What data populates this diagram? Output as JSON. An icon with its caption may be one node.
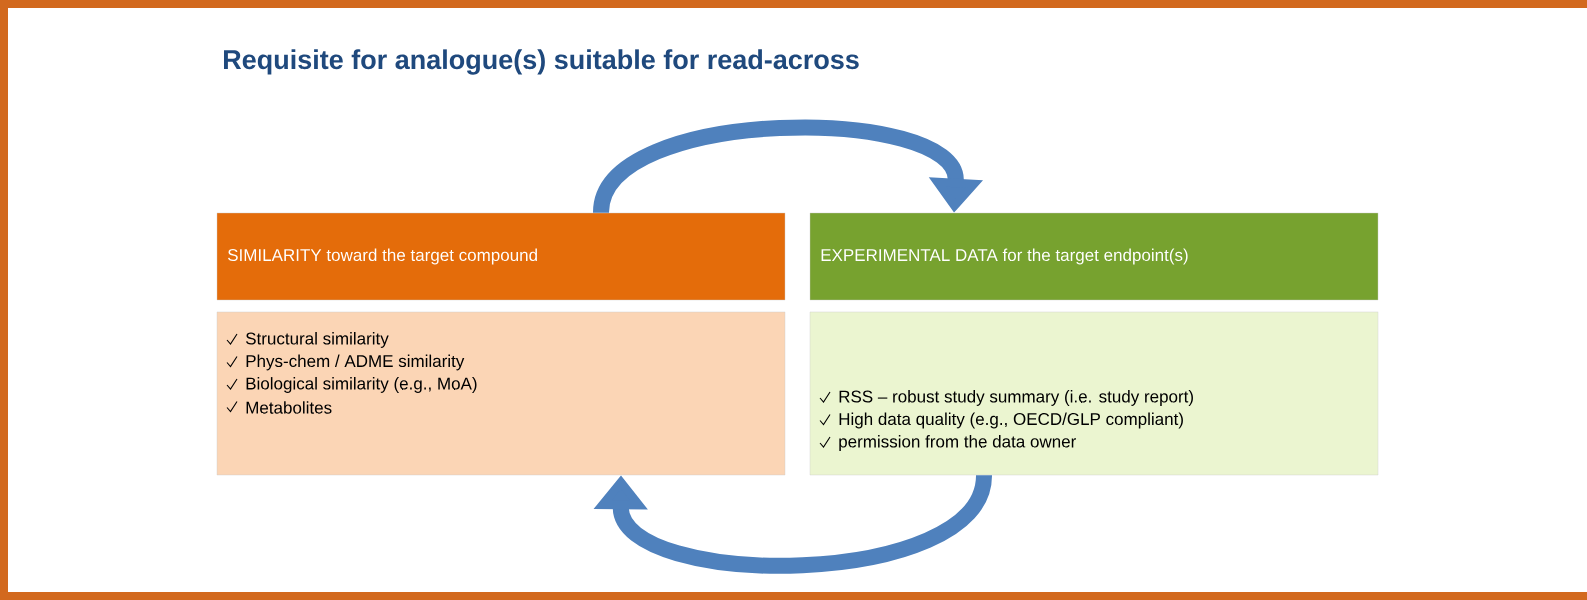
{
  "diagram": {
    "title": "Requisite for analogue(s) suitable for read-across",
    "nodes": [
      {
        "text": [
          "SIMILARITY toward the target compound"
        ]
      },
      {
        "text": [
          "Structural similarity",
          "Phys-chem / ADME similarity",
          "Biological similarity (e.g., MoA)",
          "Metabolites"
        ]
      },
      {
        "text": [
          "EXPERIMENTAL DATA for the target endpoint(s)"
        ]
      },
      {
        "text": [
          "RSS – robust study summary (i.e. study report)",
          "High data quality (e.g., OECD/GLP compliant)",
          "permission from the data owner"
        ]
      }
    ],
    "edges": [
      {
        "from": 0,
        "to": 2,
        "arrow": "to"
      },
      {
        "from": 3,
        "to": 1,
        "arrow": "to"
      }
    ]
  }
}
